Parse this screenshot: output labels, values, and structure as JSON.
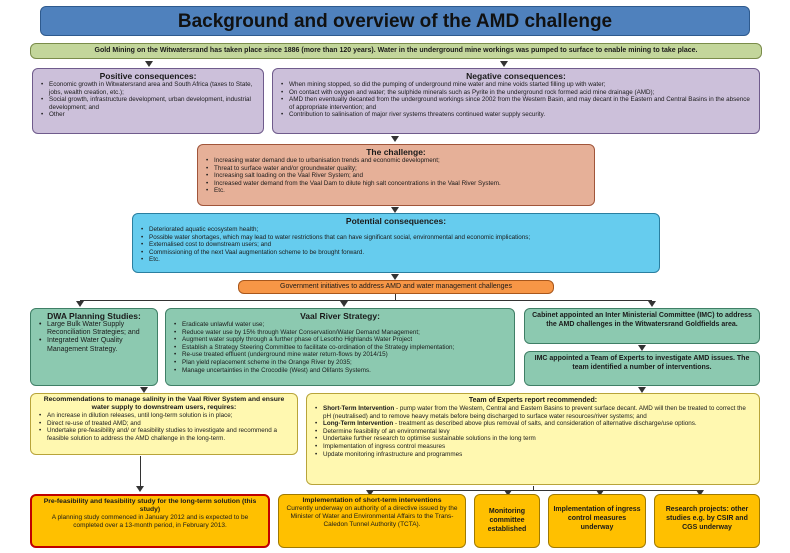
{
  "title": "Background and overview of the AMD challenge",
  "gold_mining": "Gold Mining on the Witwatersrand has taken place since 1886 (more than 120 years). Water in the underground mine workings was pumped to surface to enable mining to take place.",
  "positive": {
    "title": "Positive consequences:",
    "items": [
      "Economic growth in Witwatersrand area and South Africa (taxes to State, jobs, wealth creation, etc.);",
      "Social growth, infrastructure development, urban development, industrial development; and",
      "Other"
    ]
  },
  "negative": {
    "title": "Negative consequences:",
    "items": [
      "When mining stopped, so did the pumping of underground mine water and mine voids started filling up with water;",
      "On contact with oxygen and water; the sulphide minerals such as Pyrite in the underground rock formed acid mine drainage (AMD);",
      "AMD then eventually decanted from the underground workings since 2002 from the Western Basin, and may decant in the Eastern and Central Basins in the absence of appropriate intervention; and",
      "Contribution to salinisation of major river systems threatens continued water supply security."
    ]
  },
  "challenge": {
    "title": "The challenge:",
    "items": [
      "Increasing water demand due to urbanisation trends and economic development;",
      "Threat to surface water and/or groundwater quality;",
      "Increasing salt loading on the Vaal River System; and",
      "Increased water demand from the Vaal Dam to dilute high salt concentrations in the Vaal River System.",
      "Etc."
    ]
  },
  "potential": {
    "title": "Potential consequences:",
    "items": [
      "Deteriorated aquatic ecosystem health;",
      "Possible water shortages, which may lead to water restrictions that can have significant social, environmental and economic implications;",
      "Externalised cost to downstream users; and",
      "Commissioning of the next Vaal augmentation scheme to be brought  forward.",
      "Etc."
    ]
  },
  "gov_initiatives": "Government initiatives to address AMD and water management challenges",
  "dwa": {
    "title": "DWA Planning Studies:",
    "items": [
      "Large Bulk Water Supply Reconciliation Strategies; and",
      "Integrated Water Quality Management Strategy."
    ]
  },
  "vaal": {
    "title": "Vaal River Strategy:",
    "items": [
      "Eradicate unlawful water use;",
      "Reduce water use by 15% through Water Conservation/Water Demand Management;",
      "Augment water supply through a further phase of Lesotho Highlands Water Project",
      "Establish a Strategy Steering Committee to facilitate co-ordination of the Strategy implementation;",
      "Re-use treated effluent (underground mine water return-flows by 2014/15)",
      "Plan yield replacement scheme in the Orange River by 2035;",
      "Manage uncertainties in the Crocodile (West) and Olifants Systems."
    ]
  },
  "cabinet": "Cabinet appointed an Inter Ministerial Committee (IMC) to address the AMD challenges in the Witwatersrand Goldfields area.",
  "imc": "IMC appointed a Team of Experts to investigate AMD issues. The team identified a number of interventions.",
  "recommendations": {
    "title": "Recommendations to manage salinity in the Vaal River System and ensure water supply to downstream users, requires:",
    "items": [
      "An increase in dilution releases, until long-term solution is in place;",
      "Direct re-use of treated AMD; and",
      "Undertake pre-feasibility and/ or feasibility studies to investigate and recommend a feasible solution to address the AMD challenge in the long-term."
    ]
  },
  "team": {
    "title": "Team of Experts report recommended:",
    "short_term_label": "Short-Term Intervention",
    "short_term_text": " - pump water from the Western, Central and Eastern Basins to prevent surface decant.  AMD will then be treated to correct the pH (neutralised) and to remove heavy metals before being discharged to surface water resources/river systems; and",
    "long_term_label": "Long-Term Intervention",
    "long_term_text": " - treatment as described above plus removal of salts, and consideration of alternative discharge/use options.",
    "items": [
      "Determine feasibility of an environmental levy",
      "Undertake further research to optimise sustainable solutions in the long term",
      "Implementation of ingress control measures",
      "Update monitoring infrastructure and programmes"
    ]
  },
  "bottom": {
    "feasibility_title": "Pre-feasibility and feasibility study for the long-term solution (this study)",
    "feasibility_text": "A planning study commenced in January 2012 and is expected to be completed over a 13-month period, in February 2013.",
    "short_term_title": "Implementation of short-term interventions",
    "short_term_text": "Currently underway on authority of a directive issued by the Minister of Water and Environmental Affairs to the Trans-Caledon Tunnel Authority (TCTA).",
    "monitoring": "Monitoring committee established",
    "ingress": "Implementation of ingress control measures underway",
    "research": "Research projects: other studies e.g. by CSIR and CGS underway"
  },
  "colors": {
    "title": "#4f81bd",
    "green_light": "#c3d69b",
    "lavender": "#ccc0da",
    "salmon": "#e6b098",
    "sky": "#66ccee",
    "orange": "#f79646",
    "teal": "#8cc9b0",
    "yellow_light": "#fff8b0",
    "gold": "#ffc000"
  }
}
